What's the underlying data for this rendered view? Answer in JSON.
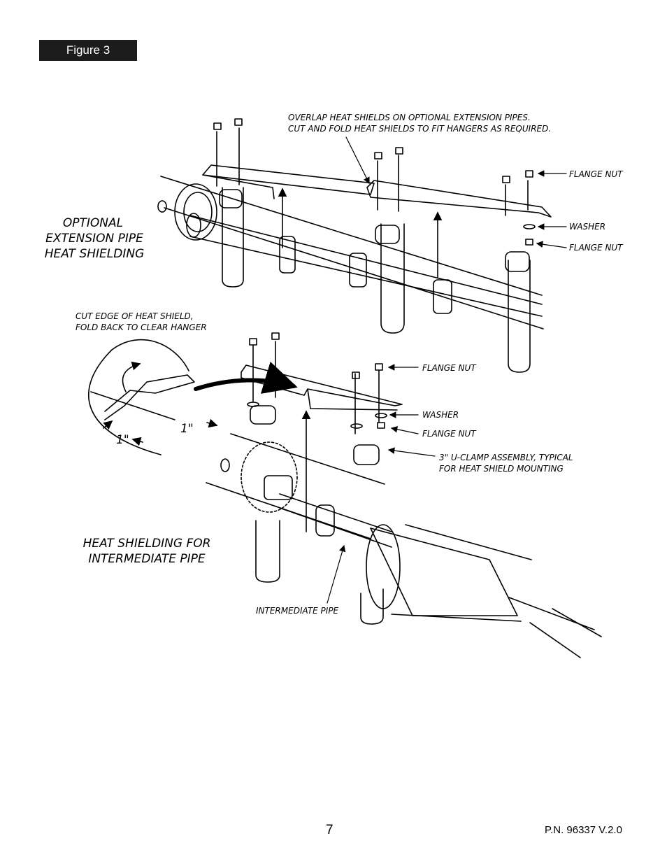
{
  "figure_tag": "Figure 3",
  "labels": {
    "overlap_line1": "OVERLAP HEAT SHIELDS ON OPTIONAL EXTENSION PIPES.",
    "overlap_line2": "CUT AND FOLD HEAT SHIELDS TO FIT HANGERS AS REQUIRED.",
    "flange_nut": "FLANGE NUT",
    "washer": "WASHER",
    "optional_line1": "OPTIONAL",
    "optional_line2": "EXTENSION PIPE",
    "optional_line3": "HEAT SHIELDING",
    "cut_edge_line1": "CUT EDGE OF HEAT SHIELD,",
    "cut_edge_line2": "FOLD BACK TO CLEAR HANGER",
    "one_inch": "1\"",
    "uclamp_line1": "3\" U-CLAMP ASSEMBLY, TYPICAL",
    "uclamp_line2": "FOR HEAT SHIELD MOUNTING",
    "intermediate_line1": "HEAT SHIELDING FOR",
    "intermediate_line2": "INTERMEDIATE PIPE",
    "intermediate_pipe": "INTERMEDIATE PIPE"
  },
  "footer": {
    "page_number": "7",
    "part_number": "P.N. 96337 V.2.0"
  }
}
